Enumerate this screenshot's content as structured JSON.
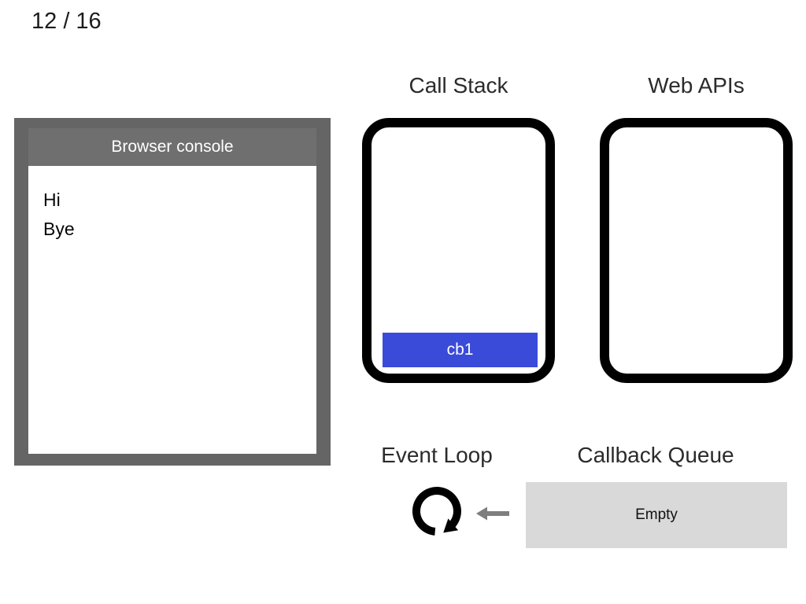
{
  "slide": {
    "counter": "12 / 16"
  },
  "browser_console": {
    "title": "Browser console",
    "logs": [
      "Hi",
      "Bye"
    ]
  },
  "call_stack": {
    "title": "Call Stack",
    "frames": [
      "cb1"
    ]
  },
  "web_apis": {
    "title": "Web APIs",
    "items": []
  },
  "event_loop": {
    "title": "Event Loop",
    "icon": "clockwise-loop-arrow"
  },
  "callback_queue": {
    "title": "Callback Queue",
    "state": "Empty"
  },
  "colors": {
    "console_frame": "#656565",
    "console_header": "#6f6f6f",
    "stack_frame_blue": "#3a4bd9",
    "queue_empty_bg": "#d9d9d9",
    "arrow_gray": "#7e7e7e",
    "heading_text": "#2b2b2b"
  }
}
